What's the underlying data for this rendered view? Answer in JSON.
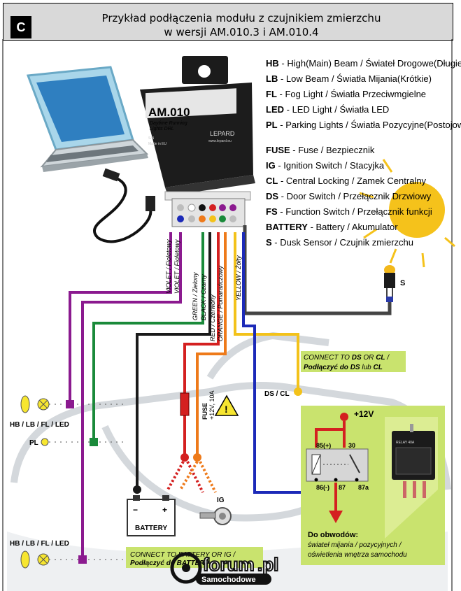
{
  "header": {
    "badge": "C",
    "title_line1": "Przykład podłączenia modułu z czujnikiem zmierzchu",
    "title_line2": "w wersji AM.010.3 i AM.010.4"
  },
  "legend": {
    "group1": [
      {
        "code": "HB",
        "text": "High(Main) Beam / Świateł Drogowe(Długie)"
      },
      {
        "code": "LB",
        "text": "Low Beam / Światła Mijania(Krótkie)"
      },
      {
        "code": "FL",
        "text": "Fog Light / Światła Przeciwmgielne"
      },
      {
        "code": "LED",
        "text": "LED Light / Światła LED"
      },
      {
        "code": "PL",
        "text": "Parking Lights / Światła Pozycyjne(Postojowe)"
      }
    ],
    "group2": [
      {
        "code": "FUSE",
        "text": "Fuse / Bezpiecznik"
      },
      {
        "code": "IG",
        "text": "Ignition Switch / Stacyjka"
      },
      {
        "code": "CL",
        "text": "Central Locking / Zamek Centralny"
      },
      {
        "code": "DS",
        "text": "Door Switch / Przełącznik Drzwiowy"
      },
      {
        "code": "FS",
        "text": "Function Switch / Przełącznik funkcji"
      },
      {
        "code": "BATTERY",
        "text": "Battery / Akumulator"
      },
      {
        "code": "S",
        "text": "Dusk Sensor / Czujnik zmierzchu"
      }
    ],
    "separator": " - "
  },
  "module": {
    "model": "AM.010",
    "subtitle_line1": "Daytime Running",
    "subtitle_line2": "Lights DRL",
    "sn_label": "S/N",
    "made_in": "Made in EU",
    "brand": "LEPARD",
    "url": "www.lepard.eu"
  },
  "wires": {
    "violet1": "VIOLET / Fioletowy",
    "violet2": "VIOLET / Fioletowy",
    "green": "GREEN / Zielony",
    "black": "BLACK / Czarny",
    "red": "RED / Czerwony",
    "orange": "ORANGE / Pomarańczowy",
    "yellow": "YELLOW / Żółty"
  },
  "labels": {
    "sensor": "S",
    "lamps_top": "HB / LB / FL / LED",
    "pl": "PL",
    "lamps_bottom": "HB / LB / FL / LED",
    "ds_cl": "DS / CL",
    "fuse_line1": "FUSE",
    "fuse_line2": "+12V, 10A",
    "battery": "BATTERY",
    "ig": "IG",
    "connect_top_line1_a": "CONNECT TO ",
    "connect_top_line1_b": "DS",
    "connect_top_line1_c": " OR ",
    "connect_top_line1_d": "CL",
    "connect_top_line1_e": " /",
    "connect_top_line2_a": "Podłączyć do ",
    "connect_top_line2_b": "DS",
    "connect_top_line2_c": " lub ",
    "connect_top_line2_d": "CL",
    "connect_bottom_line1": "CONNECT TO BATTERY OR IG /",
    "connect_bottom_line2": "Podłączyć do BATTERY",
    "plus12": "+12V",
    "relay_85": "85(+)",
    "relay_30": "30",
    "relay_86": "86(-)",
    "relay_87": "87",
    "relay_87a": "87a",
    "relay_photo": "RELAY 40A",
    "circuits_title": "Do obwodów:",
    "circuits_line1": "świateł mijania / pozycyjnych /",
    "circuits_line2": "oświetlenia wnętrza samochodu",
    "watermark_forum": "forum",
    "watermark_pl": ".pl",
    "watermark_sub": "Samochodowe"
  },
  "colors": {
    "violet": "#8b1a8f",
    "green": "#1a8a3a",
    "black": "#1a1a1a",
    "red": "#d42020",
    "orange": "#ee7a1a",
    "yellow": "#f3c21a",
    "blue": "#1c2ab8",
    "gray_wire": "#444444",
    "relay_panel": "#c9e36e",
    "lamp": "#f7e630",
    "sun": "#f5c21b"
  }
}
